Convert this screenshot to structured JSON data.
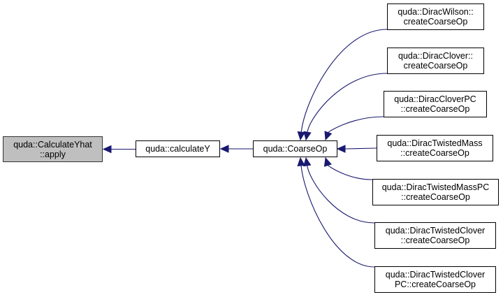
{
  "diagram": {
    "type": "call-graph (caller graph)",
    "edge_color": "#191970",
    "nodes": [
      {
        "id": "yhat_apply",
        "lines": [
          "quda::CalculateYhat",
          "::apply"
        ],
        "current": true
      },
      {
        "id": "calculateY",
        "lines": [
          "quda::calculateY"
        ],
        "current": false
      },
      {
        "id": "coarseop",
        "lines": [
          "quda::CoarseOp"
        ],
        "current": false
      },
      {
        "id": "wilson",
        "lines": [
          "quda::DiracWilson::",
          "createCoarseOp"
        ],
        "current": false
      },
      {
        "id": "clover",
        "lines": [
          "quda::DiracClover::",
          "createCoarseOp"
        ],
        "current": false
      },
      {
        "id": "cloverpc",
        "lines": [
          "quda::DiracCloverPC",
          "::createCoarseOp"
        ],
        "current": false
      },
      {
        "id": "twistedmass",
        "lines": [
          "quda::DiracTwistedMass",
          "::createCoarseOp"
        ],
        "current": false
      },
      {
        "id": "twistedmasspc",
        "lines": [
          "quda::DiracTwistedMassPC",
          "::createCoarseOp"
        ],
        "current": false
      },
      {
        "id": "twistedclover",
        "lines": [
          "quda::DiracTwistedClover",
          "::createCoarseOp"
        ],
        "current": false
      },
      {
        "id": "twistedcloverpc",
        "lines": [
          "quda::DiracTwistedClover",
          "PC::createCoarseOp"
        ],
        "current": false
      }
    ],
    "edges": [
      {
        "from": "calculateY",
        "to": "yhat_apply"
      },
      {
        "from": "coarseop",
        "to": "calculateY"
      },
      {
        "from": "wilson",
        "to": "coarseop"
      },
      {
        "from": "clover",
        "to": "coarseop"
      },
      {
        "from": "cloverpc",
        "to": "coarseop"
      },
      {
        "from": "twistedmass",
        "to": "coarseop"
      },
      {
        "from": "twistedmasspc",
        "to": "coarseop"
      },
      {
        "from": "twistedclover",
        "to": "coarseop"
      },
      {
        "from": "twistedcloverpc",
        "to": "coarseop"
      }
    ]
  }
}
